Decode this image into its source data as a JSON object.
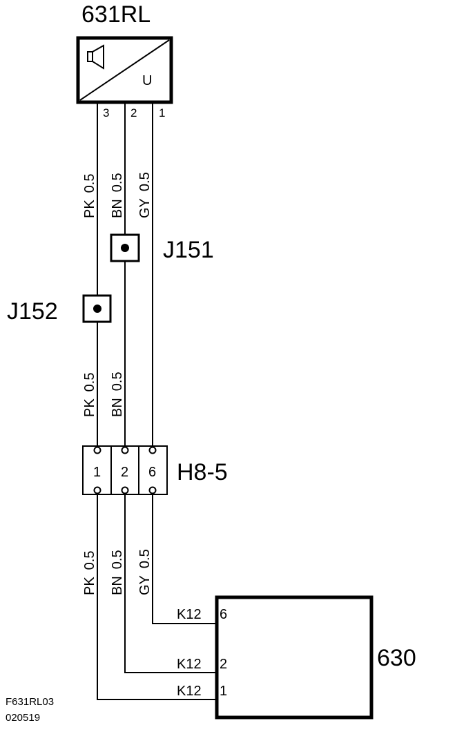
{
  "component_631": {
    "name": "631RL",
    "internal_label": "U",
    "pins": [
      "3",
      "2",
      "1"
    ],
    "icon": "speaker-icon"
  },
  "wires_upper": [
    {
      "color": "PK",
      "size": "0.5"
    },
    {
      "color": "BN",
      "size": "0.5"
    },
    {
      "color": "GY",
      "size": "0.5"
    }
  ],
  "wires_middle": [
    {
      "color": "PK",
      "size": "0.5"
    },
    {
      "color": "BN",
      "size": "0.5"
    }
  ],
  "wires_lower": [
    {
      "color": "PK",
      "size": "0.5"
    },
    {
      "color": "BN",
      "size": "0.5"
    },
    {
      "color": "GY",
      "size": "0.5"
    }
  ],
  "junctions": {
    "j151": "J151",
    "j152": "J152"
  },
  "connector_h8": {
    "name": "H8-5",
    "pins": [
      "1",
      "2",
      "6"
    ]
  },
  "component_630": {
    "name": "630",
    "pins": [
      {
        "connector": "K12",
        "pin": "6"
      },
      {
        "connector": "K12",
        "pin": "2"
      },
      {
        "connector": "K12",
        "pin": "1"
      }
    ]
  },
  "footer": {
    "code": "F631RL03",
    "date": "020519"
  }
}
